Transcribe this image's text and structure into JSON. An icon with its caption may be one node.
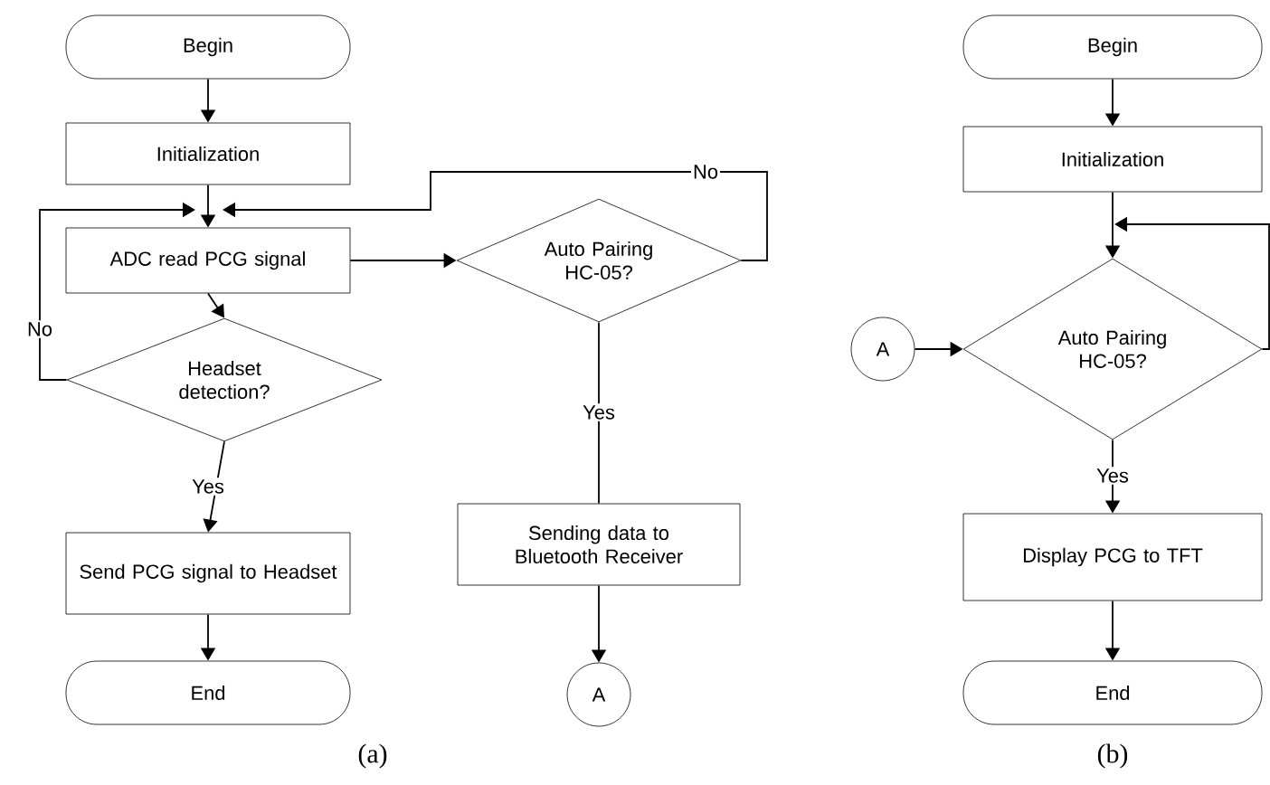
{
  "diagram": {
    "nodes": [
      {
        "text": [
          "Begin"
        ]
      },
      {
        "text": [
          "Initialization"
        ]
      },
      {
        "text": [
          "ADC read PCG signal"
        ]
      },
      {
        "text": [
          "Headset detection?"
        ]
      },
      {
        "text": [
          "Send PCG signal to Headset"
        ]
      },
      {
        "text": [
          "End"
        ]
      },
      {
        "text": [
          "Auto Pairing HC-05?"
        ]
      },
      {
        "text": [
          "Sending data to Bluetooth Receiver"
        ]
      },
      {
        "text": [
          "A"
        ]
      },
      {
        "text": [
          "Begin"
        ]
      },
      {
        "text": [
          "Initialization"
        ]
      },
      {
        "text": [
          "A"
        ]
      },
      {
        "text": [
          "Auto Pairing HC-05?"
        ]
      },
      {
        "text": [
          "Display PCG to TFT"
        ]
      },
      {
        "text": [
          "End"
        ]
      }
    ],
    "edges": [
      {
        "from": 0,
        "to": 1,
        "arrow": "to"
      },
      {
        "from": 1,
        "to": 2,
        "arrow": "to"
      },
      {
        "from": 2,
        "to": 3,
        "arrow": "to"
      },
      {
        "from": 3,
        "to": 2,
        "arrow": "to",
        "label": "No"
      },
      {
        "from": 3,
        "to": 4,
        "arrow": "to",
        "label": "Yes"
      },
      {
        "from": 4,
        "to": 5,
        "arrow": "to"
      },
      {
        "from": 2,
        "to": 6,
        "arrow": "to"
      },
      {
        "from": 6,
        "to": 2,
        "arrow": "to",
        "label": "No"
      },
      {
        "from": 6,
        "to": 7,
        "arrow": "none",
        "label": "Yes"
      },
      {
        "from": 7,
        "to": 8,
        "arrow": "to"
      },
      {
        "from": 9,
        "to": 10,
        "arrow": "to"
      },
      {
        "from": 10,
        "to": 12,
        "arrow": "to"
      },
      {
        "from": 11,
        "to": 12,
        "arrow": "to"
      },
      {
        "from": 12,
        "to": 12,
        "arrow": "to"
      },
      {
        "from": 12,
        "to": 13,
        "arrow": "to",
        "label": "Yes"
      },
      {
        "from": 13,
        "to": 14,
        "arrow": "to"
      }
    ],
    "labels": [
      "(a)",
      "(b)"
    ]
  }
}
